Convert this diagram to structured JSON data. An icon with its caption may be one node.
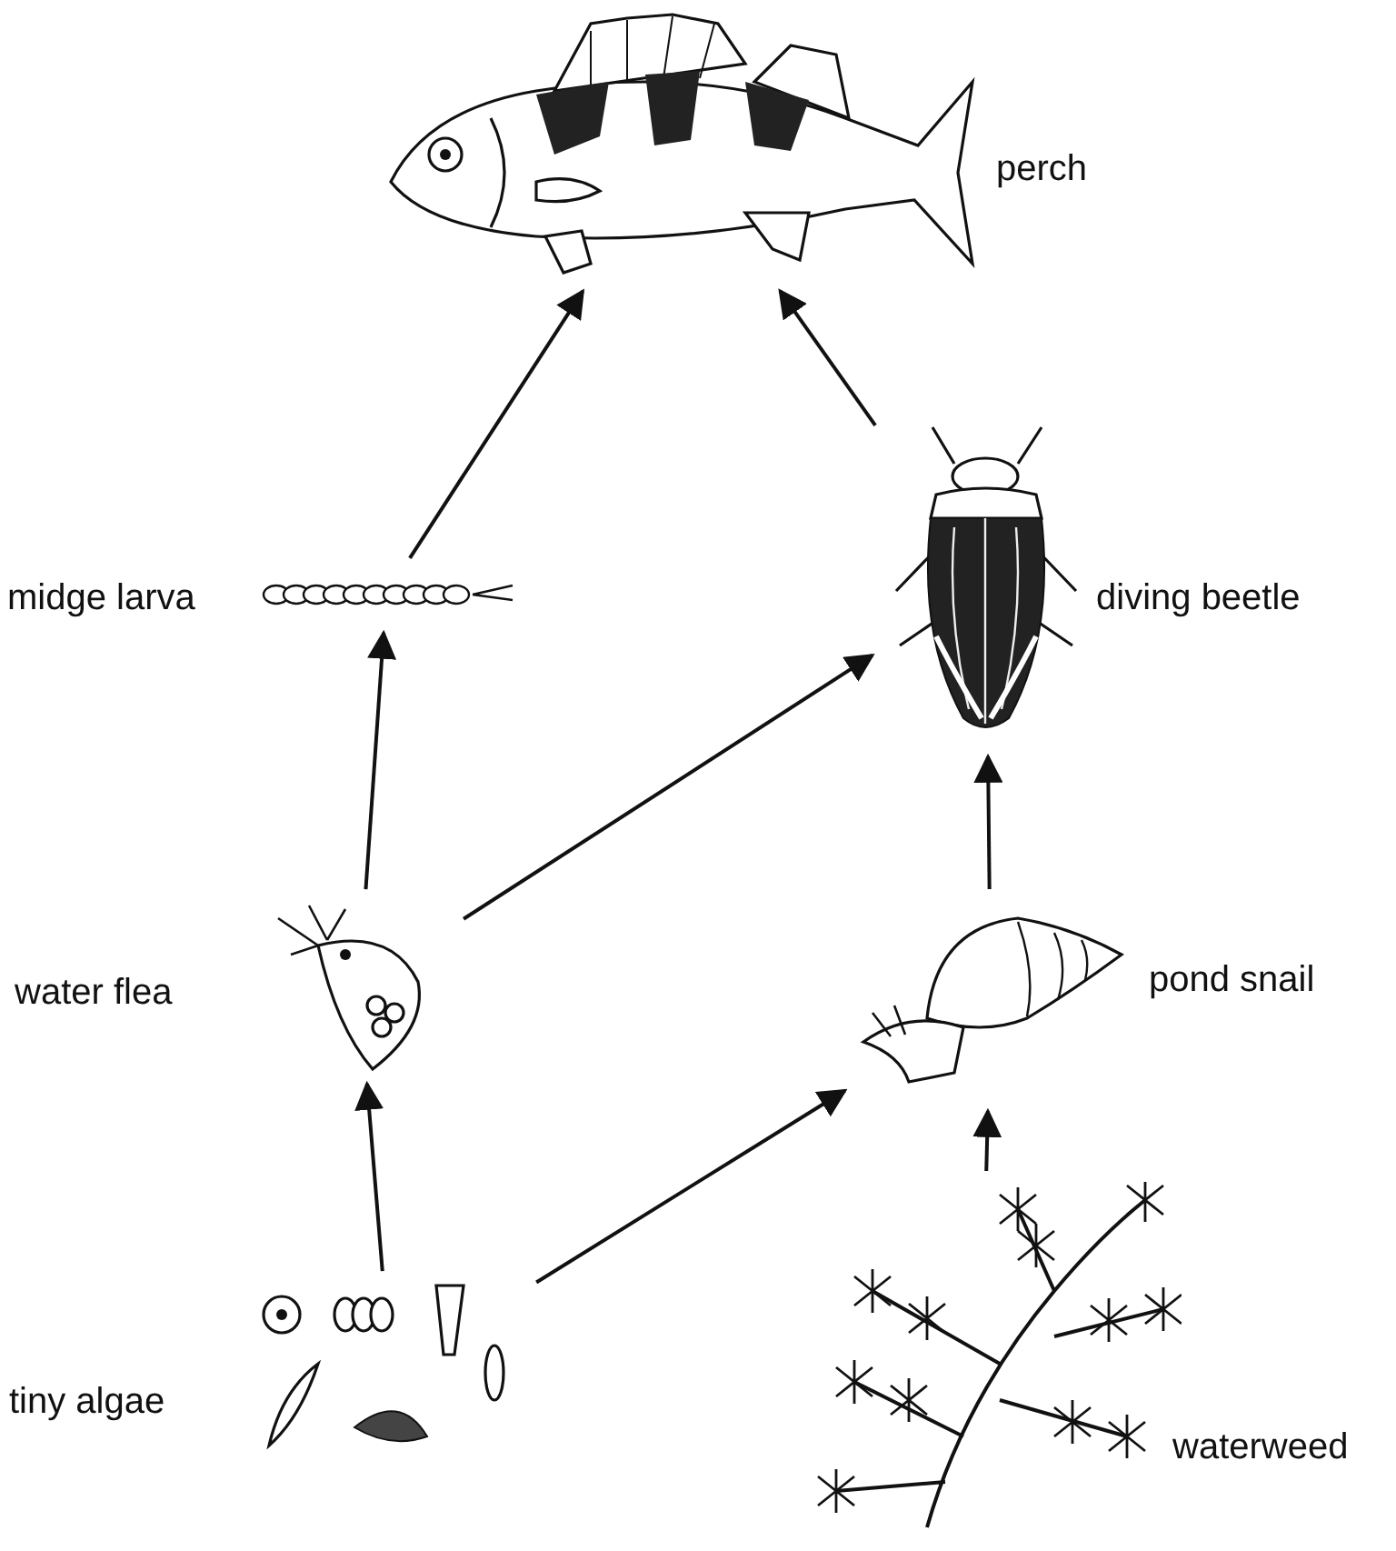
{
  "diagram": {
    "nodes": [
      {
        "text": [],
        "shape": "picture",
        "beside": [
          "perch"
        ]
      },
      {
        "text": [],
        "shape": "picture",
        "beside": [
          "midge larva"
        ]
      },
      {
        "text": [],
        "shape": "picture",
        "beside": [
          "diving beetle"
        ]
      },
      {
        "text": [],
        "shape": "picture",
        "beside": [
          "water flea"
        ]
      },
      {
        "text": [],
        "shape": "picture",
        "beside": [
          "pond snail"
        ]
      },
      {
        "text": [],
        "shape": "picture",
        "beside": [
          "tiny algae"
        ]
      },
      {
        "text": [],
        "shape": "picture",
        "beside": [
          "waterweed"
        ]
      }
    ],
    "edges": [
      {
        "from": 1,
        "to": 0,
        "arrow": "to"
      },
      {
        "from": 2,
        "to": 0,
        "arrow": "to"
      },
      {
        "from": 3,
        "to": 1,
        "arrow": "to"
      },
      {
        "from": 3,
        "to": 2,
        "arrow": "to"
      },
      {
        "from": 4,
        "to": 2,
        "arrow": "to"
      },
      {
        "from": 5,
        "to": 3,
        "arrow": "to"
      },
      {
        "from": 5,
        "to": 4,
        "arrow": "to"
      },
      {
        "from": 6,
        "to": 4,
        "arrow": "to"
      }
    ]
  }
}
